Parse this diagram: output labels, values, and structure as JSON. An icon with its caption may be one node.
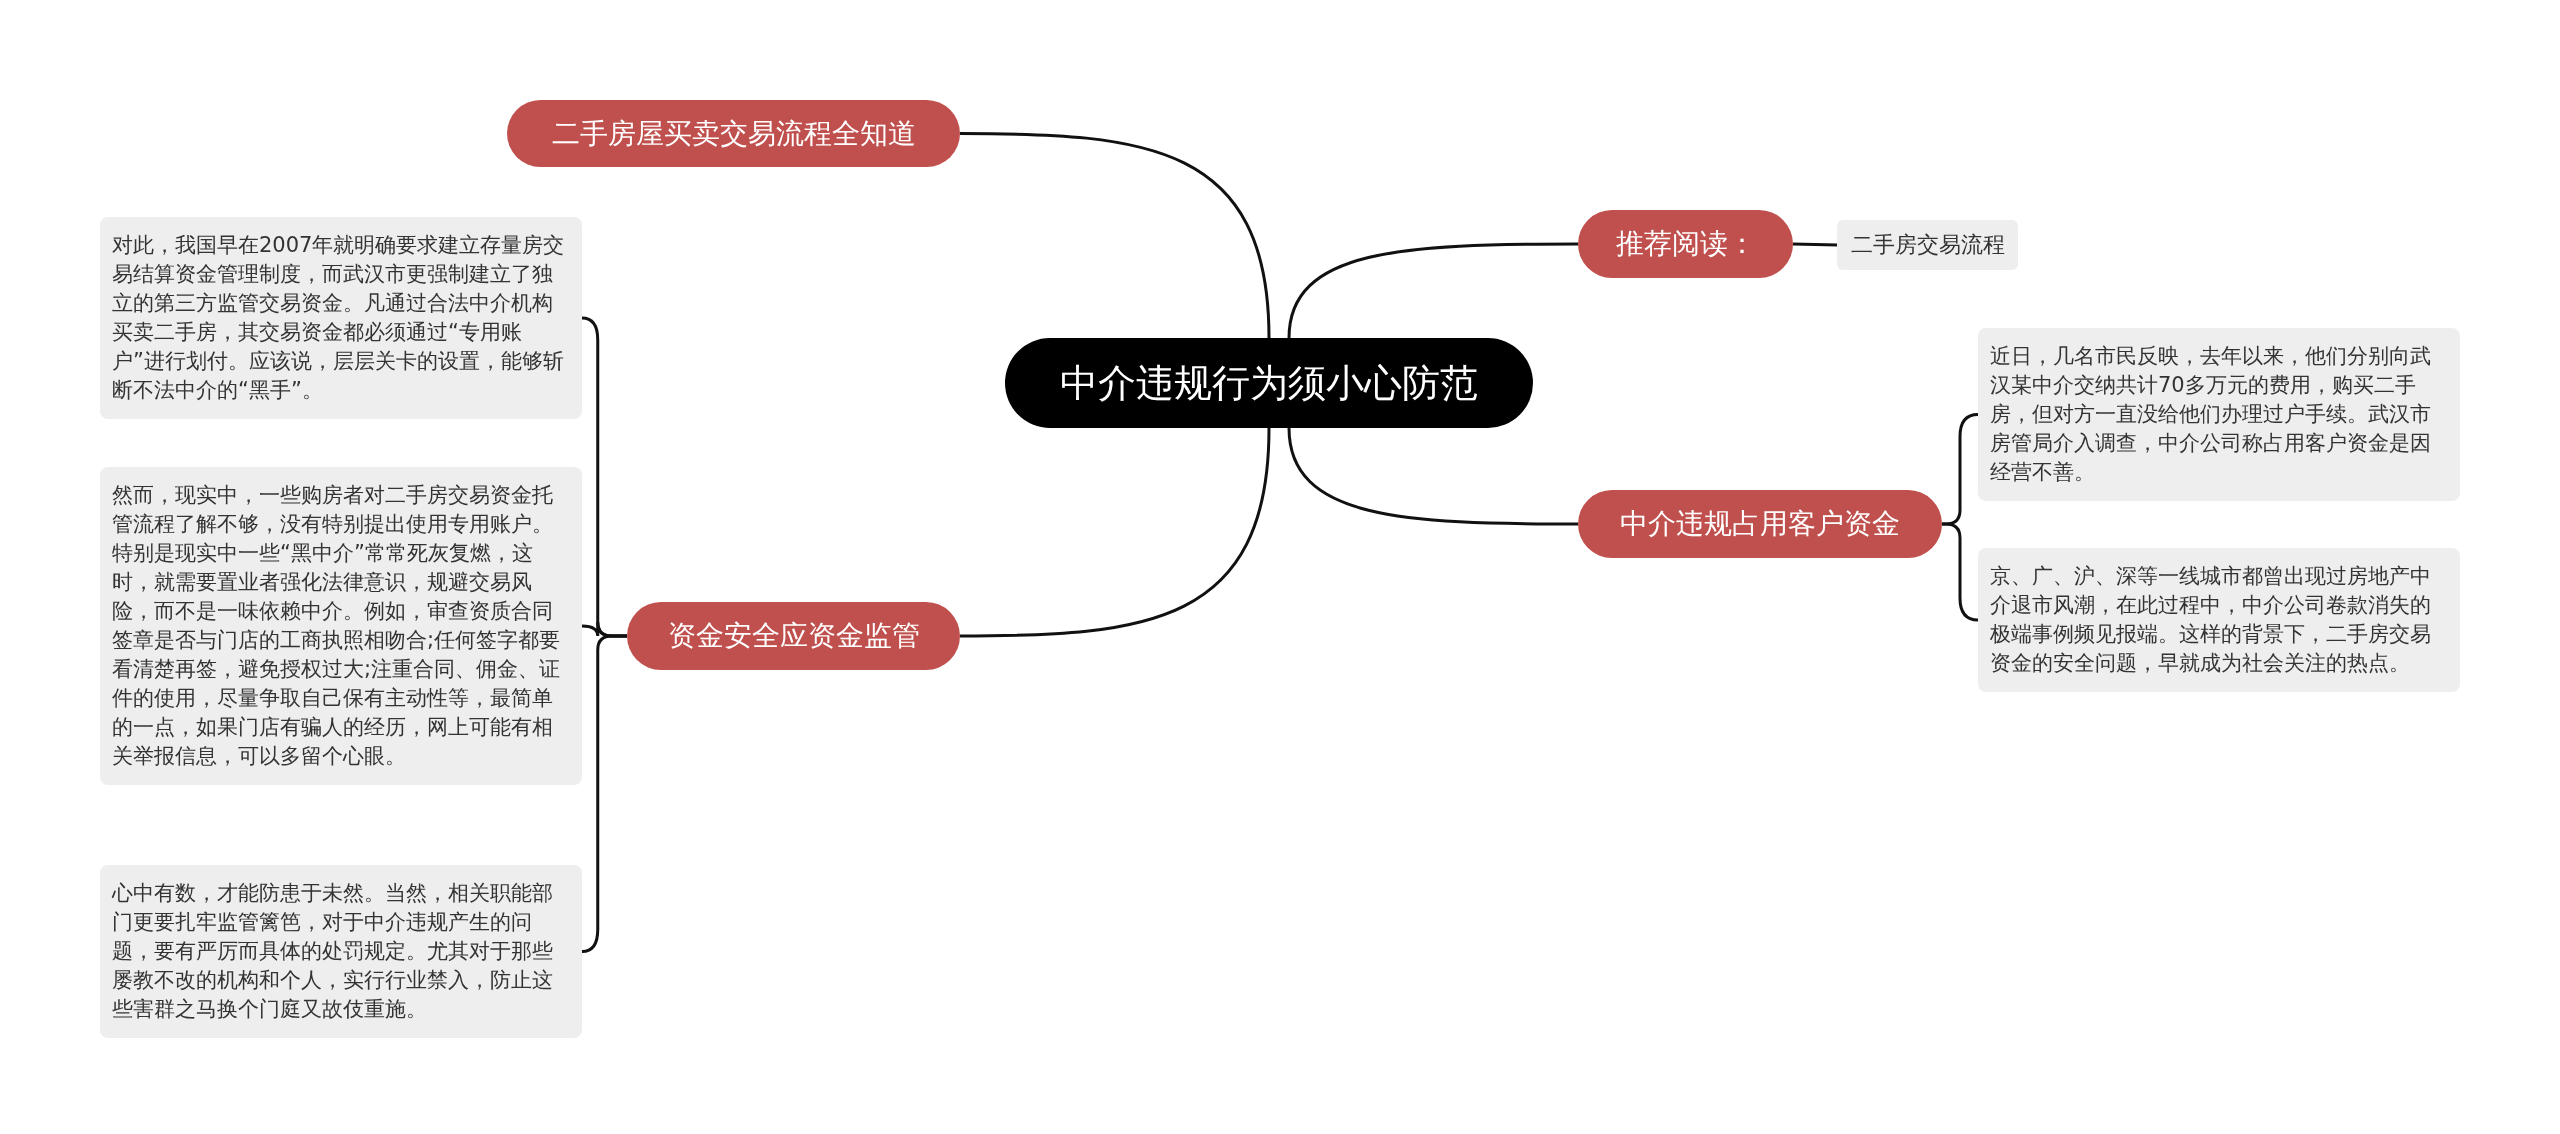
{
  "diagram": {
    "nodes": [
      {
        "text": [
          "中介违规行为须小心防范"
        ]
      },
      {
        "text": [
          "二手房屋买卖交易流程全知道"
        ]
      },
      {
        "text": [
          "资金安全应资金监管"
        ]
      },
      {
        "text": [
          "对此，我国早在2007年就明确要求建立存量房交易结算资金管理制度，而武汉市更强制建立了独立的第三方监管交易资金。凡通过合法中介机构买卖二手房，其交易资金都必须通过“专用账户”进行划付。应该说，层层关卡的设置，能够斩断不法中介的“黑手”。"
        ]
      },
      {
        "text": [
          "然而，现实中，一些购房者对二手房交易资金托管流程了解不够，没有特别提出使用专用账户。特别是现实中一些“黑中介”常常死灰复燃，这时，就需要置业者强化法律意识，规避交易风险，而不是一味依赖中介。例如，审查资质合同签章是否与门店的工商执照相吻合;任何签字都要看清楚再签，避免授权过大;注重合同、佣金、证件的使用，尽量争取自己保有主动性等，最简单的一点，如果门店有骗人的经历，网上可能有相关举报信息，可以多留个心眼。"
        ]
      },
      {
        "text": [
          "心中有数，才能防患于未然。当然，相关职能部门更要扎牢监管篱笆，对于中介违规产生的问题，要有严厉而具体的处罚规定。尤其对于那些屡教不改的机构和个人，实行行业禁入，防止这些害群之马换个门庭又故伎重施。"
        ]
      },
      {
        "text": [
          "推荐阅读："
        ]
      },
      {
        "text": [
          "二手房交易流程"
        ]
      },
      {
        "text": [
          "中介违规占用客户资金"
        ]
      },
      {
        "text": [
          "近日，几名市民反映，去年以来，他们分别向武汉某中介交纳共计70多万元的费用，购买二手房，但对方一直没给他们办理过户手续。武汉市房管局介入调查，中介公司称占用客户资金是因经营不善。"
        ]
      },
      {
        "text": [
          "京、广、沪、深等一线城市都曾出现过房地产中介退市风潮，在此过程中，中介公司卷款消失的极端事例频见报端。这样的背景下，二手房交易资金的安全问题，早就成为社会关注的热点。"
        ]
      }
    ],
    "edges": [
      {
        "from": 0,
        "to": 1,
        "arrow": "none"
      },
      {
        "from": 0,
        "to": 2,
        "arrow": "none"
      },
      {
        "from": 2,
        "to": 3,
        "arrow": "none"
      },
      {
        "from": 2,
        "to": 4,
        "arrow": "none"
      },
      {
        "from": 2,
        "to": 5,
        "arrow": "none"
      },
      {
        "from": 0,
        "to": 6,
        "arrow": "none"
      },
      {
        "from": 6,
        "to": 7,
        "arrow": "none"
      },
      {
        "from": 0,
        "to": 8,
        "arrow": "none"
      },
      {
        "from": 8,
        "to": 9,
        "arrow": "none"
      },
      {
        "from": 8,
        "to": 10,
        "arrow": "none"
      }
    ]
  }
}
